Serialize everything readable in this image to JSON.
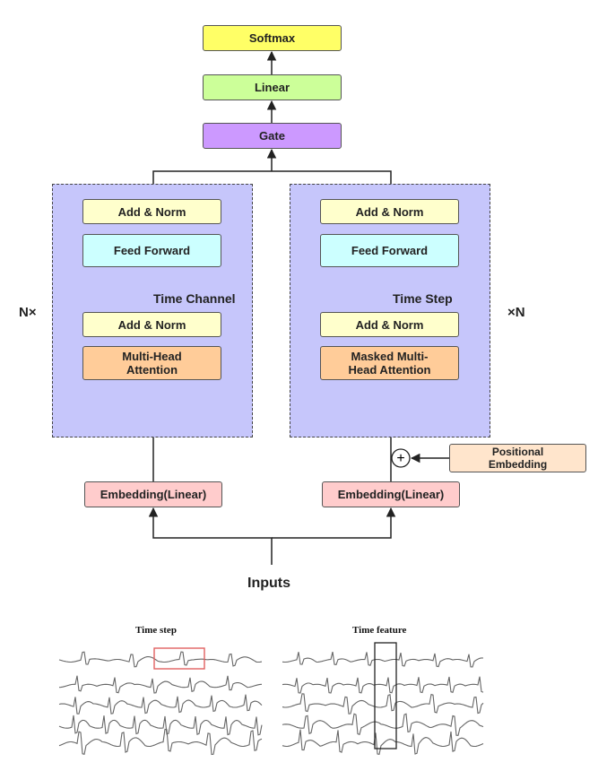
{
  "top": {
    "softmax": "Softmax",
    "linear": "Linear",
    "gate": "Gate"
  },
  "left_block": {
    "title": "Time Channel",
    "add_norm_top": "Add & Norm",
    "feed_forward": "Feed Forward",
    "add_norm_bottom": "Add & Norm",
    "attention": "Multi-Head\nAttention",
    "repeat_label": "N×",
    "embedding": "Embedding(Linear)"
  },
  "right_block": {
    "title": "Time Step",
    "add_norm_top": "Add & Norm",
    "feed_forward": "Feed Forward",
    "add_norm_bottom": "Add & Norm",
    "attention": "Masked Multi-\nHead Attention",
    "repeat_label": "×N",
    "embedding": "Embedding(Linear)",
    "positional": "Positional\nEmbedding",
    "add_symbol": "+"
  },
  "inputs_label": "Inputs",
  "signals": {
    "left_caption": "Time step",
    "right_caption": "Time feature"
  },
  "colors": {
    "softmax": "#ffff66",
    "linear": "#ccff99",
    "gate": "#cc99ff",
    "add_norm": "#ffffcc",
    "feed_forward": "#ccffff",
    "attention": "#ffcc99",
    "embedding": "#ffcccc",
    "positional": "#ffe5cc",
    "block": "#c6c6fb",
    "highlight": "#e06060"
  }
}
